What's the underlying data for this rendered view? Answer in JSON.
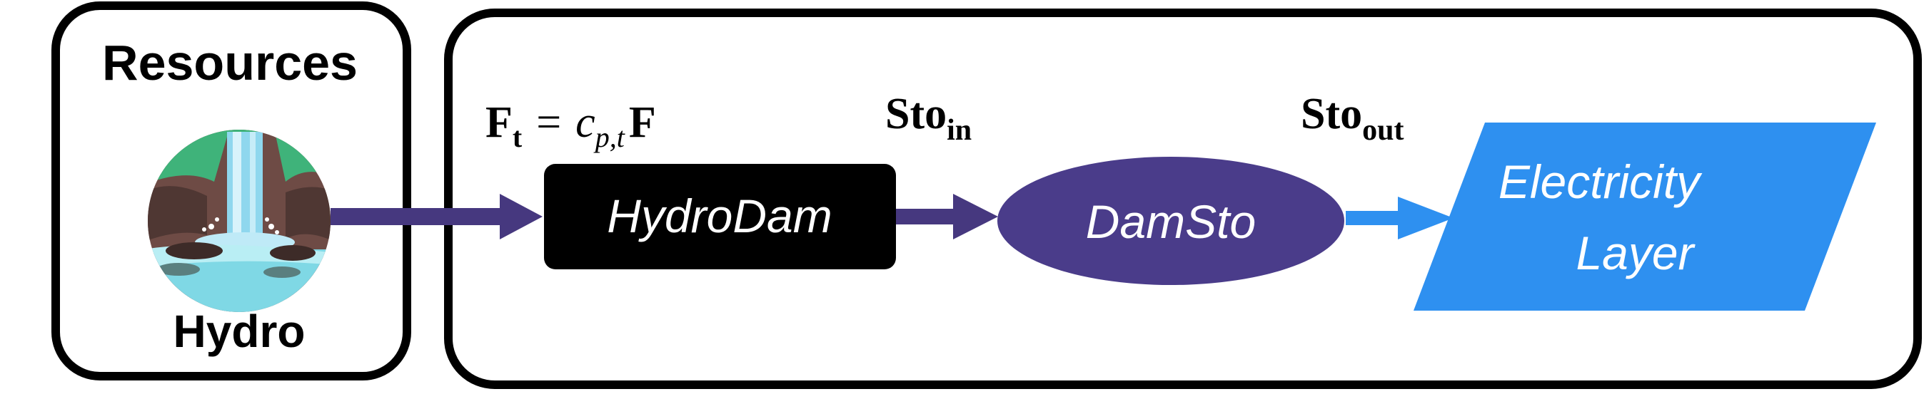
{
  "resources_panel": {
    "title": "Resources",
    "resource_label": "Hydro",
    "icon": "waterfall-icon"
  },
  "equations": {
    "flow": {
      "lhs_main": "F",
      "lhs_sub": "t",
      "eq": "=",
      "coef": "c",
      "coef_sub": "p,t",
      "rhs": "F"
    },
    "sto_in": {
      "main": "Sto",
      "sub": "in"
    },
    "sto_out": {
      "main": "Sto",
      "sub": "out"
    }
  },
  "nodes": {
    "hydro_dam": "HydroDam",
    "dam_sto": "DamSto",
    "electricity_layer_line1": "Electricity",
    "electricity_layer_line2": "Layer"
  },
  "colors": {
    "panel_border": "#000000",
    "arrow_purple": "#46387f",
    "dam_box": "#000000",
    "storage_ellipse": "#4a3c8a",
    "electricity_blue": "#2e90f0",
    "arrow_blue": "#2e90f0",
    "node_text": "#ffffff"
  }
}
